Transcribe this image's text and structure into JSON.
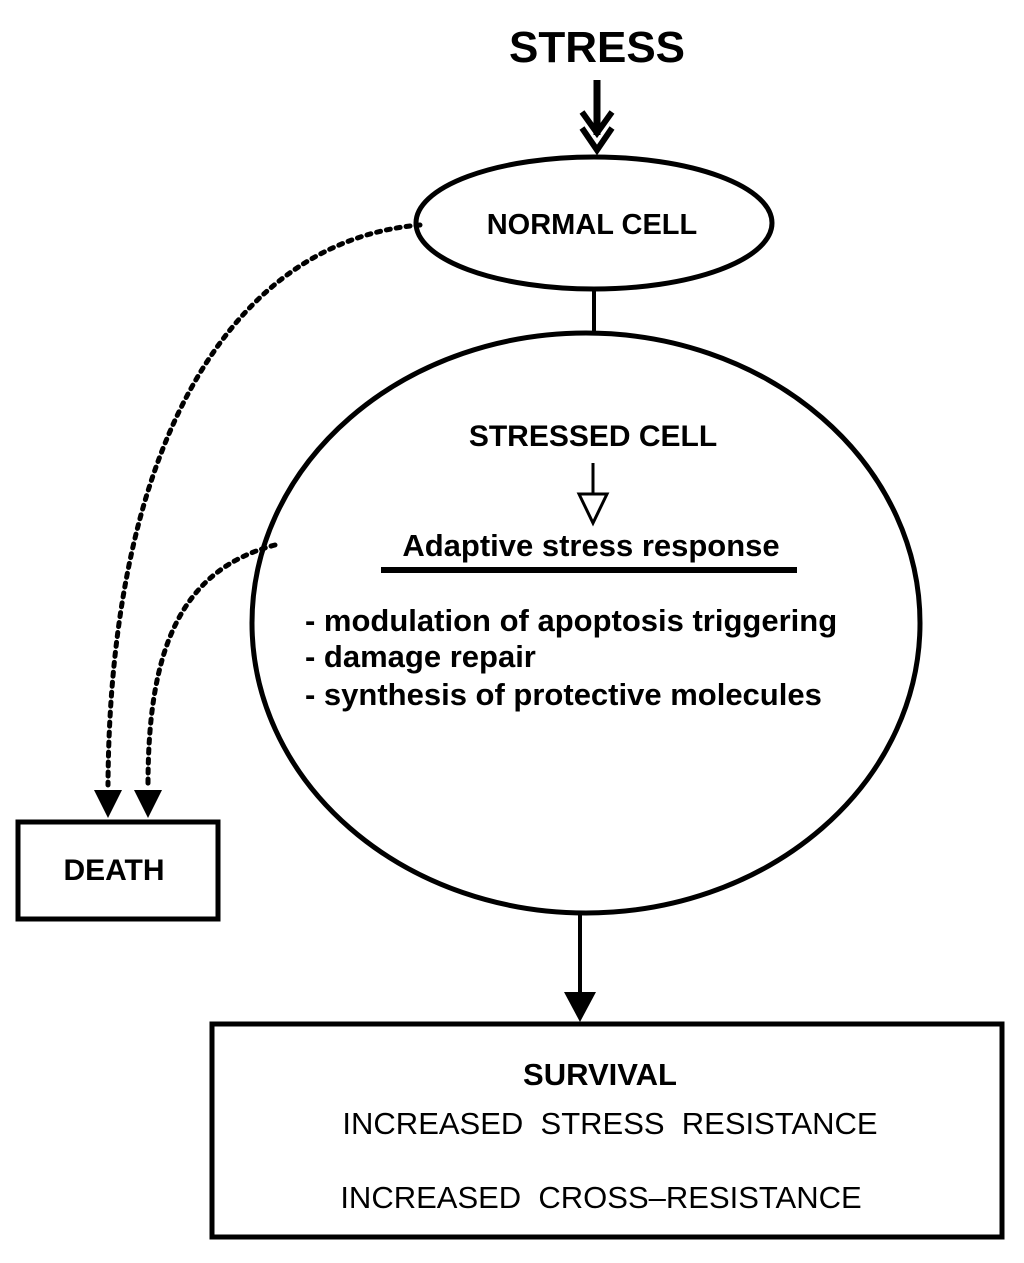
{
  "stress": {
    "title": "STRESS"
  },
  "normal_cell": {
    "label": "NORMAL CELL"
  },
  "stressed_cell": {
    "label": "STRESSED CELL",
    "response_title": "Adaptive stress response",
    "items": [
      "- modulation of apoptosis triggering",
      "- damage repair",
      "- synthesis of protective molecules"
    ]
  },
  "death": {
    "label": "DEATH"
  },
  "survival": {
    "label": "SURVIVAL",
    "line1": "INCREASED  STRESS  RESISTANCE",
    "line2": "INCREASED  CROSS–RESISTANCE"
  }
}
